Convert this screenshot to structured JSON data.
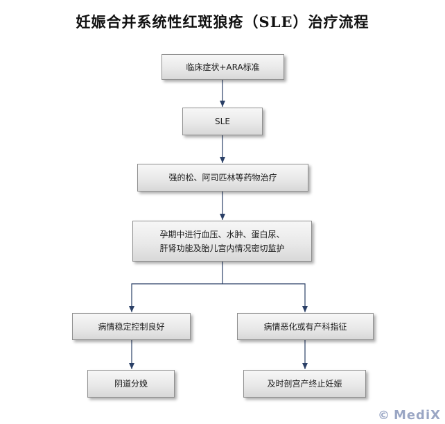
{
  "title": "妊娠合并系统性红斑狼疮（SLE）治疗流程",
  "nodes": {
    "criteria": "临床症状+ARA标准",
    "sle": "SLE",
    "medication": "强的松、阿司匹林等药物治疗",
    "monitoring_line1": "孕期中进行血压、水肿、蛋白尿、",
    "monitoring_line2": "肝肾功能及胎儿宫内情况密切监护",
    "stable": "病情稳定控制良好",
    "worsening": "病情恶化或有产科指征",
    "vaginal_delivery": "阴道分娩",
    "cesarean": "及时剖宫产终止妊娠"
  },
  "watermark": {
    "symbol": "©",
    "text": "MediX"
  }
}
